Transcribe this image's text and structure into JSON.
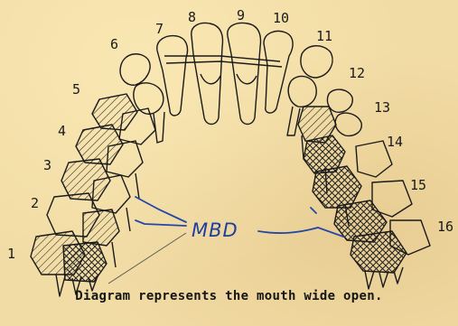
{
  "diagram": {
    "tooth_numbers": [
      "1",
      "2",
      "3",
      "4",
      "5",
      "6",
      "7",
      "8",
      "9",
      "10",
      "11",
      "12",
      "13",
      "14",
      "15",
      "16"
    ],
    "annotation": "MBD",
    "caption": "Diagram represents the mouth wide open.",
    "colors": {
      "paper": "#f2dca5",
      "ink": "#1a1a1a",
      "annotation_ink": "#2346a8"
    }
  }
}
